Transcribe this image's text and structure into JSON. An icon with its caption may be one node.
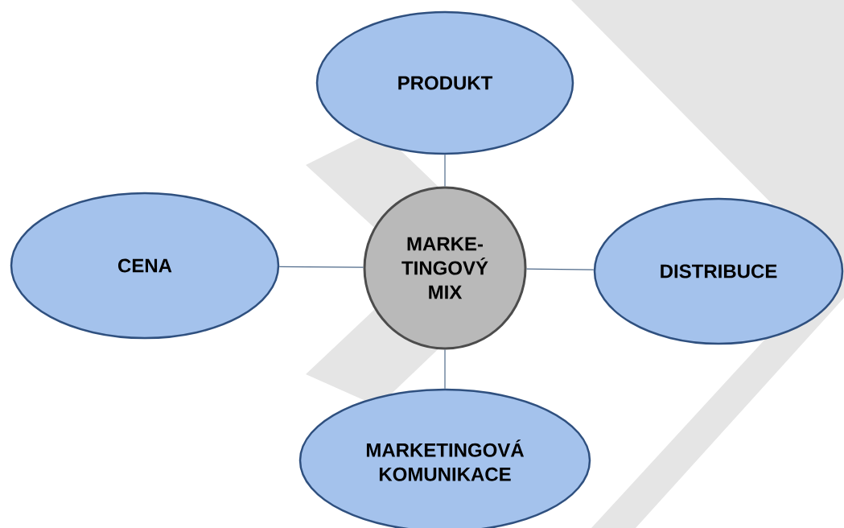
{
  "diagram": {
    "nodes": [
      {
        "text": [
          "PRODUKT"
        ]
      },
      {
        "text": [
          "CENA"
        ]
      },
      {
        "text": [
          "MARKE- TINGOVÝ MIX"
        ]
      },
      {
        "text": [
          "DISTRIBUCE"
        ]
      },
      {
        "text": [
          "MARKETINGOVÁ KOMUNIKACE"
        ]
      }
    ],
    "edges": [
      {
        "from": 2,
        "to": 0,
        "arrow": "none"
      },
      {
        "from": 2,
        "to": 1,
        "arrow": "none"
      },
      {
        "from": 2,
        "to": 3,
        "arrow": "none"
      },
      {
        "from": 2,
        "to": 4,
        "arrow": "none"
      }
    ]
  }
}
